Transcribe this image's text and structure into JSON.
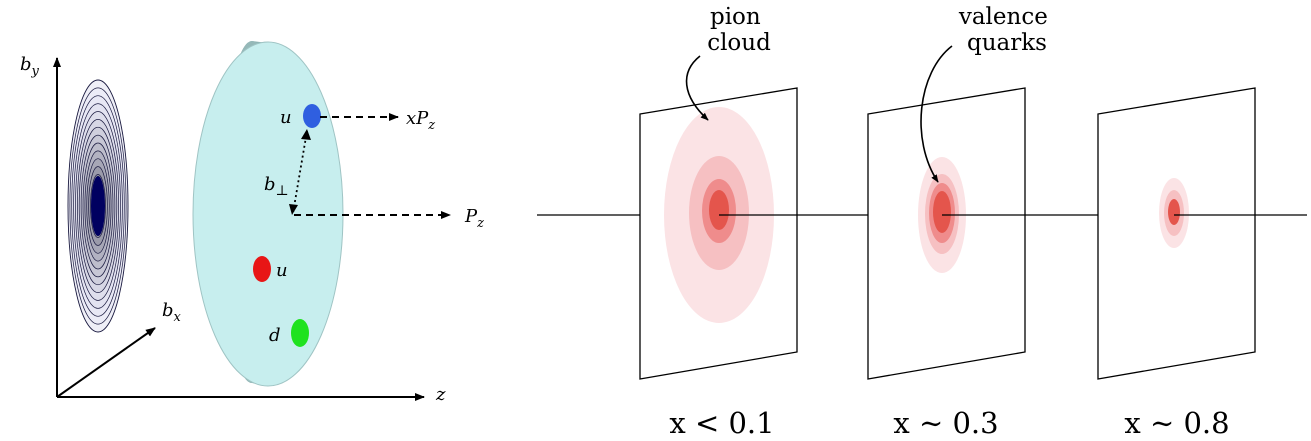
{
  "left_panel": {
    "axes": {
      "by": "b",
      "by_sub": "y",
      "bx": "b",
      "bx_sub": "x",
      "z": "z"
    },
    "quarks": [
      {
        "label": "u",
        "color": "#2f5fe0"
      },
      {
        "label": "u",
        "color": "#e81616"
      },
      {
        "label": "d",
        "color": "#1fe21f"
      }
    ],
    "momenta": {
      "quark": "xP",
      "quark_sub": "z",
      "proton": "P",
      "proton_sub": "z"
    },
    "impact_parameter": "b",
    "impact_parameter_sub": "⊥",
    "colors": {
      "disk_face": "#c7eeee",
      "disk_rim": "#8fb3b3",
      "density_core": "#000060"
    }
  },
  "right_panel": {
    "annotations": [
      {
        "text_lines": [
          "pion",
          "cloud"
        ]
      },
      {
        "text_lines": [
          "valence",
          "quarks"
        ]
      }
    ],
    "planes": [
      {
        "label": "x < 0.1"
      },
      {
        "label": "x ∼ 0.3"
      },
      {
        "label": "x ∼ 0.8"
      }
    ],
    "colors": {
      "cloud_outer": "#fbe3e5",
      "cloud_mid": "#f6c0c2",
      "cloud_inner": "#ef8c8c",
      "core": "#e4554c"
    }
  }
}
